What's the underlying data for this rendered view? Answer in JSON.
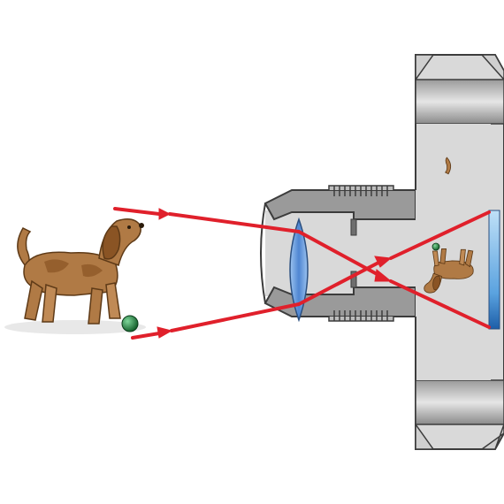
{
  "diagram": {
    "subject": "dog-with-ball",
    "device": "camera-body-cross-section",
    "elements": [
      "dog",
      "ball",
      "lens-barrel",
      "convex-lens",
      "aperture-stops",
      "light-rays",
      "inverted-image",
      "image-sensor"
    ],
    "colors": {
      "ray": "#e0202b",
      "camera_body": "#d6d6d6",
      "camera_outline": "#4a4a4a",
      "camera_dark": "#6e6e6e",
      "lens": "#5b8fd6",
      "sensor": "#7fb8e8",
      "dog_fur": "#b07a45",
      "dog_ear": "#8a5424",
      "ball": "#1d7a3a"
    }
  }
}
